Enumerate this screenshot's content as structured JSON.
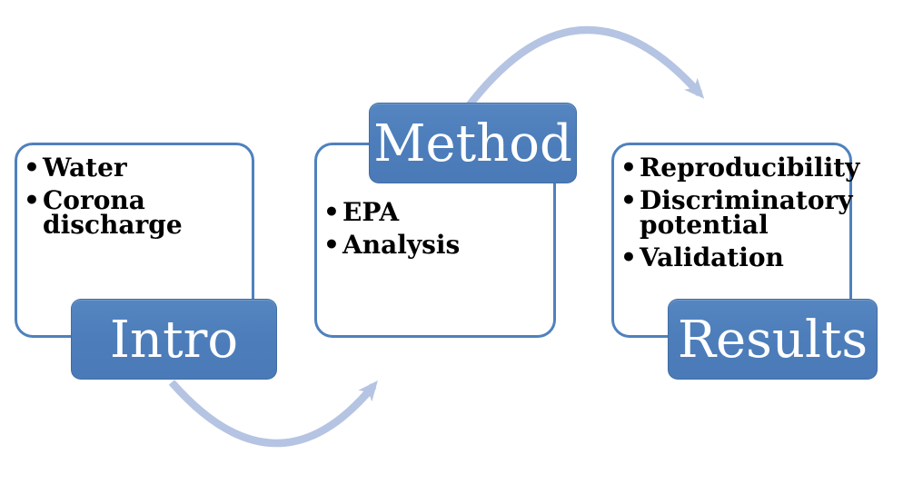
{
  "diagram_type": "process-cycle-smartart",
  "stages": [
    {
      "label": "Intro",
      "label_position": "bottom",
      "bullets": [
        "Water",
        "Corona discharge"
      ]
    },
    {
      "label": "Method",
      "label_position": "top",
      "bullets": [
        "EPA",
        "Analysis"
      ]
    },
    {
      "label": "Results",
      "label_position": "bottom",
      "bullets": [
        "Reproducibility",
        "Discriminatory potential",
        "Validation"
      ]
    }
  ],
  "arrows": [
    {
      "name": "intro-to-method",
      "shape": "curved-up-right-arrow"
    },
    {
      "name": "method-to-results",
      "shape": "curved-down-right-arrow"
    }
  ],
  "colors": {
    "shape_fill": "#4d7ebb",
    "shape_border": "#4f81bd",
    "arrow": "#b5c4e2",
    "bullet_text": "#000000",
    "label_text": "#ffffff",
    "background": "#ffffff"
  }
}
